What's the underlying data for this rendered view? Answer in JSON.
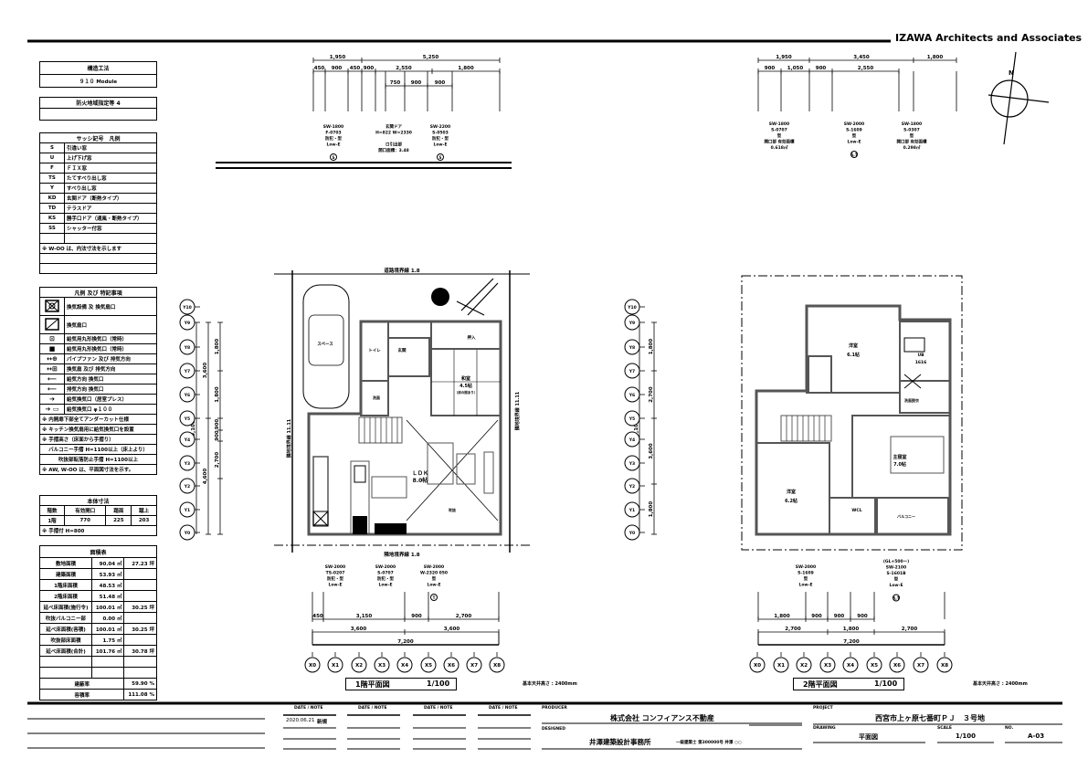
{
  "brand": "IZAWA Architects and Associates",
  "structure_table": {
    "header": "構造工法",
    "value": "９１０ Module"
  },
  "fire_table": {
    "header": "防火地域指定等 4",
    "value": ""
  },
  "sash_table": {
    "header": "サッシ記号　凡例",
    "rows": [
      {
        "code": "S",
        "desc": "引違い窓"
      },
      {
        "code": "U",
        "desc": "上げ下げ窓"
      },
      {
        "code": "F",
        "desc": "ＦＩＸ窓"
      },
      {
        "code": "TS",
        "desc": "たてすべり出し窓"
      },
      {
        "code": "Y",
        "desc": "すべり出し窓"
      },
      {
        "code": "KD",
        "desc": "玄関ドア（断熱タイプ）"
      },
      {
        "code": "TD",
        "desc": "テラスドア"
      },
      {
        "code": "KS",
        "desc": "勝手口ドア（通風・断熱タイプ）"
      },
      {
        "code": "SS",
        "desc": "シャッター付窓"
      }
    ],
    "note": "※ W-OO は、内法寸法を示します"
  },
  "legend_table": {
    "header": "凡例 及び 特記事項",
    "rows": [
      {
        "icon": "exhaust-fan-box-icon",
        "desc": "換気設備 及 換気扇口"
      },
      {
        "icon": "vent-box-icon",
        "desc": "換気扇口"
      },
      {
        "icon": "round-vent-open-icon",
        "desc": "給気用丸形換気口（常時）"
      },
      {
        "icon": "round-vent-closed-icon",
        "desc": "給気用丸形換気口（常時）"
      },
      {
        "icon": "pipe-fan-icon",
        "desc": "パイプファン 及び 排気方向"
      },
      {
        "icon": "ventilation-fan-icon",
        "desc": "換気扇 及び 排気方向"
      },
      {
        "icon": "supply-arrow-icon",
        "desc": "給気方向 換気口"
      },
      {
        "icon": "exhaust-arrow-icon",
        "desc": "排気方向 換気口"
      },
      {
        "icon": "supply-vent-icon",
        "desc": "給気換気口（居室プレス）"
      },
      {
        "icon": "supply-vent-100-icon",
        "desc": "給気換気口 φ１００"
      }
    ],
    "notes": [
      "※ 内開扉下部全てアンダーカット仕様",
      "※ キッチン換気扇用に給気換気口を設置",
      "※ 手摺高さ（床面から手摺り）",
      "バルコニー手摺 H=1100以上（床上より）",
      "吹抜部転落防止手摺 H=1100以上",
      "※ AW, W-OO は、平面図寸法を示す。"
    ]
  },
  "stair_table": {
    "header": "本体寸法",
    "columns": [
      "階数",
      "有効開口",
      "踏面",
      "蹴上"
    ],
    "row": [
      "1階",
      "770",
      "225",
      "203"
    ],
    "note": "※ 手摺付 H=800"
  },
  "area_table": {
    "header": "面積表",
    "rows": [
      {
        "label": "敷地面積",
        "sqm": "90.04 ㎡",
        "tsubo": "27.23 坪"
      },
      {
        "label": "建築面積",
        "sqm": "53.93 ㎡",
        "tsubo": ""
      },
      {
        "label": "1階床面積",
        "sqm": "48.53 ㎡",
        "tsubo": ""
      },
      {
        "label": "2階床面積",
        "sqm": "51.48 ㎡",
        "tsubo": ""
      },
      {
        "label": "延べ床面積(施行令)",
        "sqm": "100.01 ㎡",
        "tsubo": "30.25 坪"
      },
      {
        "label": "吹抜バルコニー部",
        "sqm": "0.00 ㎡",
        "tsubo": ""
      },
      {
        "label": "延べ床面積(容積)",
        "sqm": "100.01 ㎡",
        "tsubo": "30.25 坪"
      },
      {
        "label": "吹抜部床面積",
        "sqm": "1.75 ㎡",
        "tsubo": ""
      },
      {
        "label": "延べ床面積(合計)",
        "sqm": "101.76 ㎡",
        "tsubo": "30.78 坪"
      },
      {
        "label": "",
        "sqm": "",
        "tsubo": ""
      },
      {
        "label": "",
        "sqm": "",
        "tsubo": ""
      }
    ],
    "coverage": {
      "label": "建蔽率",
      "value": "59.90 %"
    },
    "far": {
      "label": "容積率",
      "value": "111.08 %"
    }
  },
  "plan1": {
    "title": "1階平面図",
    "scale": "1/100",
    "ceiling_note": "基本天井高さ : 2400mm",
    "road_top": "道路境界線 1.8",
    "road_bottom": "隣地境界線 1.8",
    "side_left": "隣地境界線 11.11",
    "side_right": "隣地境界線 11.11",
    "top_dims_row1": [
      "1,950",
      "5,250"
    ],
    "top_dims_row2": [
      "450",
      "900",
      "450",
      "900",
      "2,550",
      "1,800"
    ],
    "top_dims_row3": [
      "750",
      "900",
      "900"
    ],
    "top_windows": [
      {
        "lines": [
          "SW-1800",
          "F-0703",
          "防犯・型",
          "Low-E"
        ],
        "tag": "S"
      },
      {
        "lines": [
          "玄関ドア",
          "H=822 W=2330",
          "",
          "ロ引出部",
          "開口面積：3.48"
        ],
        "tag": ""
      },
      {
        "lines": [
          "SW-2200",
          "S-0503",
          "防犯・型",
          "Low-E"
        ],
        "tag": "S"
      }
    ],
    "bottom_windows": [
      {
        "lines": [
          "SW-2000",
          "TS-0207",
          "防犯・型",
          "Low-E"
        ]
      },
      {
        "lines": [
          "SW-2000",
          "S-0707",
          "防犯・型",
          "Low-E"
        ]
      },
      {
        "lines": [
          "SW-2000",
          "W-2320 050",
          "型",
          "Low-E"
        ],
        "tag": "T"
      }
    ],
    "bottom_dims_row1": [
      "450",
      "3,150",
      "900",
      "2,700"
    ],
    "bottom_dims_row2": [
      "3,600",
      "3,600"
    ],
    "bottom_total": "7,200",
    "side_dims_outer": "9,100",
    "side_dims_mid": [
      "3,600",
      "4,600"
    ],
    "side_dims_inner": [
      "1,800",
      "1,800",
      "900",
      "900",
      "2,700"
    ],
    "x_grid": [
      "X0",
      "X1",
      "X2",
      "X3",
      "X4",
      "X5",
      "X6",
      "X7",
      "X8"
    ],
    "y_grid": [
      "Y10",
      "Y9",
      "Y8",
      "Y7",
      "Y6",
      "Y5",
      "Y4",
      "Y3",
      "Y2",
      "Y1",
      "Y0"
    ],
    "rooms": {
      "parking": "スペース",
      "entrance": "玄関",
      "toilet": "トイレ",
      "washroom": "洗面",
      "closet": "押入",
      "japanese": "和室",
      "japanese_area": "4.5帖",
      "japanese_sub": "（床の間あり）",
      "ldk": "ＬＤＫ",
      "ldk_area": "8.0帖",
      "void": "吹抜"
    }
  },
  "plan2": {
    "title": "2階平面図",
    "scale": "1/100",
    "ceiling_note": "基本天井高さ : 2400mm",
    "top_dims_row1": [
      "1,950",
      "3,450",
      "1,800"
    ],
    "top_dims_row2": [
      "900",
      "1,050",
      "900",
      "2,550"
    ],
    "top_windows": [
      {
        "lines": [
          "SW-1800",
          "S-0707",
          "型",
          "開口部 有効面積",
          "0.618㎡"
        ]
      },
      {
        "lines": [
          "SW-2000",
          "S-1609",
          "型",
          "Low-E"
        ],
        "tag": "S,T"
      },
      {
        "lines": [
          "SW-1800",
          "S-0307",
          "型",
          "開口部 有効面積",
          "0.298㎡"
        ]
      }
    ],
    "bottom_windows": [
      {
        "lines": [
          "SW-2000",
          "S-1609",
          "型",
          "Low-E"
        ]
      },
      {
        "lines": [
          "(GL+500ー)",
          "SW-2100",
          "S-1601B",
          "型",
          "Low-E"
        ],
        "tag": "S,T"
      }
    ],
    "bottom_dims_row1": [
      "1,800",
      "900",
      "900",
      "900"
    ],
    "bottom_dims_row2": [
      "2,700",
      "1,800",
      "2,700"
    ],
    "bottom_total": "7,200",
    "side_dims_outer": "9,100",
    "side_dims_inner": [
      "1,800",
      "2,700",
      "3,600",
      "1,800"
    ],
    "x_grid": [
      "X0",
      "X1",
      "X2",
      "X3",
      "X4",
      "X5",
      "X6",
      "X7",
      "X8"
    ],
    "y_grid": [
      "Y10",
      "Y9",
      "Y8",
      "Y7",
      "Y6",
      "Y5",
      "Y4",
      "Y3",
      "Y2",
      "Y1",
      "Y0"
    ],
    "rooms": {
      "room1": "洋室",
      "room1_area": "6.1帖",
      "master": "主寝室",
      "master_area": "7.0帖",
      "room2": "洋室",
      "room2_area": "6.2帖",
      "ub": "UB",
      "ub_size": "1616",
      "wash": "洗面脱衣",
      "wcl": "WCL",
      "balcony": "バルコニー",
      "entry_note": "(GL+500ー)"
    }
  },
  "compass": {
    "label": "N"
  },
  "title_block": {
    "date_headers": [
      "DATE / NOTE",
      "DATE / NOTE",
      "DATE / NOTE",
      "DATE / NOTE"
    ],
    "date_entry": "2020.06.21",
    "date_note": "新規",
    "producer_label": "PRODUCER",
    "producer": "株式会社 コンフィアンス不動産",
    "designed_label": "DESIGNED",
    "designer": "井澤建築設計事務所",
    "designer_license": "一級建築士 第300000号 井澤 ○○",
    "project_label": "PROJECT",
    "project": "西宮市上ヶ原七番町ＰＪ　３号地",
    "drawing_label": "DRAWING",
    "drawing": "平面図",
    "scale_label": "SCALE",
    "scale": "1/100",
    "no_label": "NO.",
    "no": "A-03"
  }
}
